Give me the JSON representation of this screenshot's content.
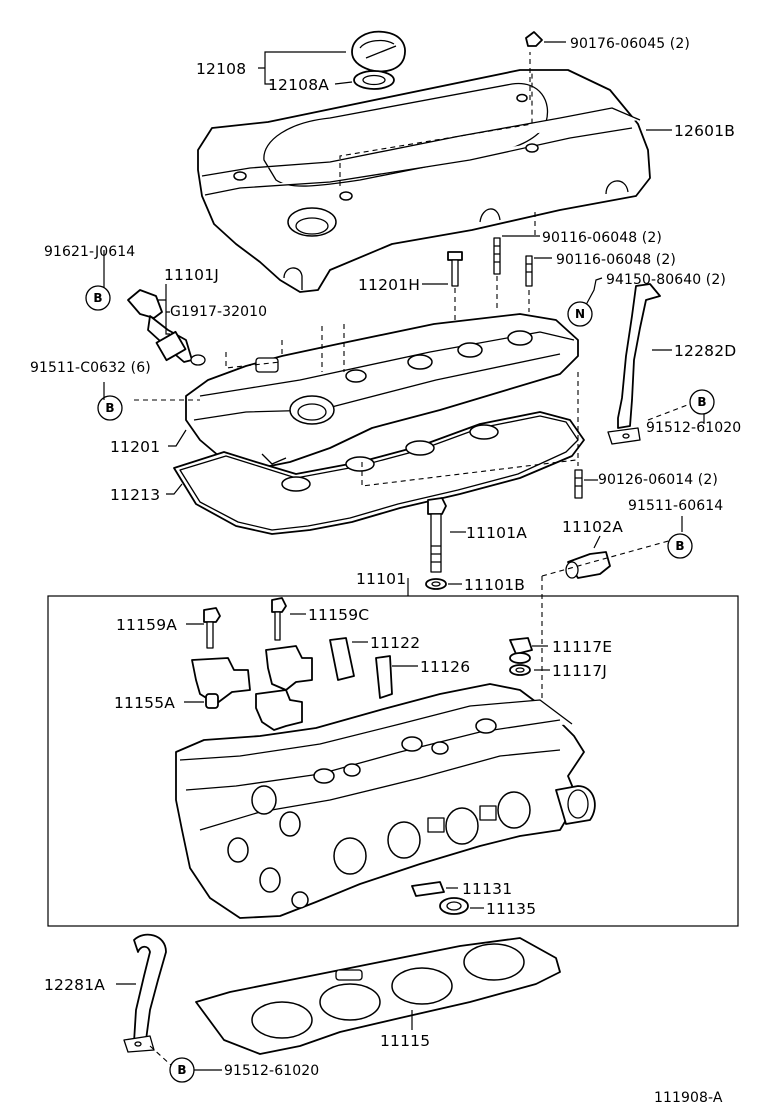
{
  "diagram": {
    "footer_code": "111908-A",
    "labels": {
      "l12108": "12108",
      "l12108A": "12108A",
      "l90176": "90176-06045 (2)",
      "l12601B": "12601B",
      "l91621": "91621-J0614",
      "l11101J": "11101J",
      "lG1917": "G1917-32010",
      "l90116a": "90116-06048 (2)",
      "l90116b": "90116-06048 (2)",
      "l11201H": "11201H",
      "l94150": "94150-80640 (2)",
      "l12282D": "12282D",
      "l91511c": "91511-C0632 (6)",
      "l91512a": "91512-61020",
      "l11201": "11201",
      "l90126": "90126-06014 (2)",
      "l11213": "11213",
      "l91511b": "91511-60614",
      "l11101A": "11101A",
      "l11102A": "11102A",
      "l11101": "11101",
      "l11101B": "11101B",
      "l11159A": "11159A",
      "l11159C": "11159C",
      "l11122": "11122",
      "l11117E": "11117E",
      "l11126": "11126",
      "l11117J": "11117J",
      "l11155A": "11155A",
      "l11131": "11131",
      "l11135": "11135",
      "l12281A": "12281A",
      "l11115": "11115",
      "l91512b": "91512-61020"
    },
    "markers": {
      "b": "B",
      "n": "N"
    }
  }
}
